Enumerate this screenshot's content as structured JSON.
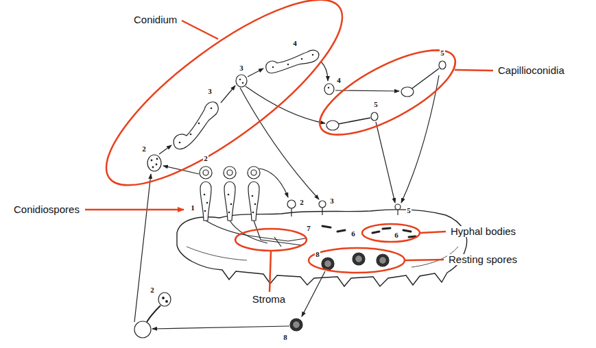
{
  "diagram": {
    "labels": [
      "Conidium",
      "Capillioconidia",
      "Conidiospores",
      "Hyphal bodies",
      "Resting spores",
      "Stroma",
      "2",
      "3",
      "3",
      "4",
      "4",
      "5",
      "5",
      "2",
      "1",
      "2",
      "3",
      "5",
      "7",
      "6",
      "6",
      "8",
      "8",
      "2"
    ]
  }
}
